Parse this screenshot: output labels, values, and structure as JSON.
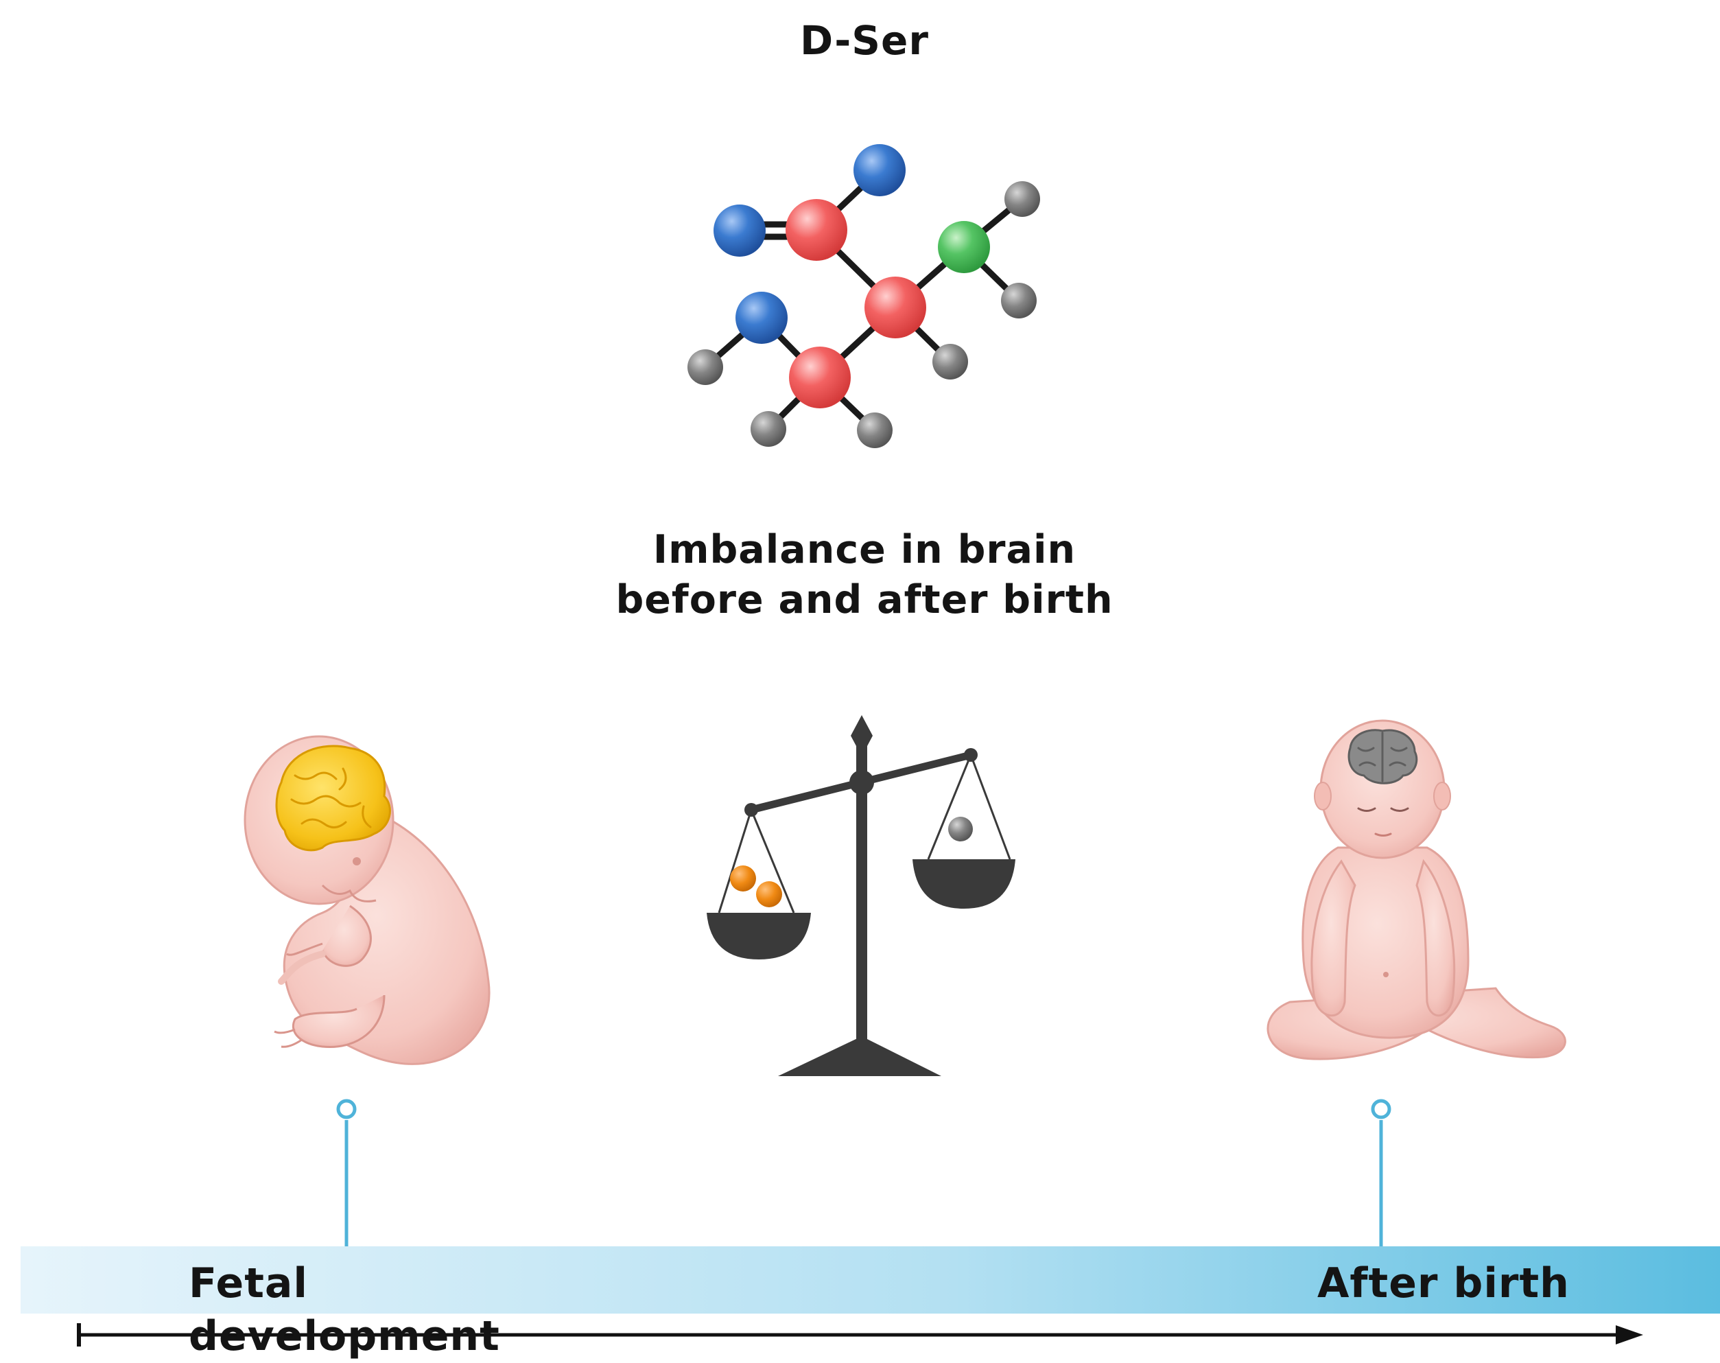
{
  "header": {
    "molecule_label": "D-Ser"
  },
  "caption": {
    "line1": "Imbalance in brain",
    "line2": "before and after birth"
  },
  "timeline": {
    "fetal_label": "Fetal development",
    "after_label": "After birth",
    "gradient_start": "#e6f4fb",
    "gradient_end": "#5bbde0",
    "marker_color": "#4fb3d9"
  },
  "colors": {
    "atom_red": "#f05454",
    "atom_blue": "#2f6fc2",
    "atom_green": "#4bbf5a",
    "atom_gray": "#7a7a7a",
    "scale": "#3a3a3a",
    "weight_orange": "#f08a14",
    "skin": "#f6c9c3",
    "brain_yellow": "#f6c21a",
    "brain_gray": "#8a8a8a"
  },
  "icons": [
    "molecule-icon",
    "balance-scale-icon",
    "fetus-icon",
    "baby-icon"
  ]
}
